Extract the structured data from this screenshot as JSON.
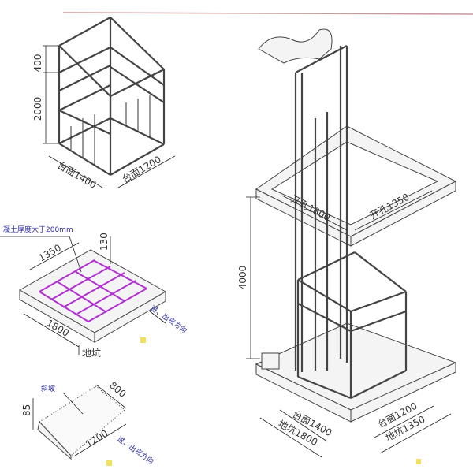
{
  "cage_drawing": {
    "height_top": "400",
    "height_main": "2000",
    "platform_length": "台面1400",
    "platform_width": "台面1200"
  },
  "pit_drawing": {
    "note": "凝土厚度大于200mm",
    "width": "1350",
    "length": "1800",
    "depth": "130",
    "label": "地坑",
    "direction": "进、出货方向"
  },
  "ramp_drawing": {
    "label": "斜坡",
    "width": "800",
    "height": "85",
    "length": "1200",
    "direction": "进、出货方向"
  },
  "elevator_drawing": {
    "opening_length": "开孔1800",
    "opening_width": "开孔1350",
    "travel_height": "4000",
    "platform_length": "台面1400",
    "platform_width": "台面1200",
    "pit_length": "地坑1800",
    "pit_width": "地坑1350"
  },
  "colors": {
    "rebar": "#b030d0",
    "annotation": "#2a2aa0",
    "top_rule": "#c89a9a"
  }
}
